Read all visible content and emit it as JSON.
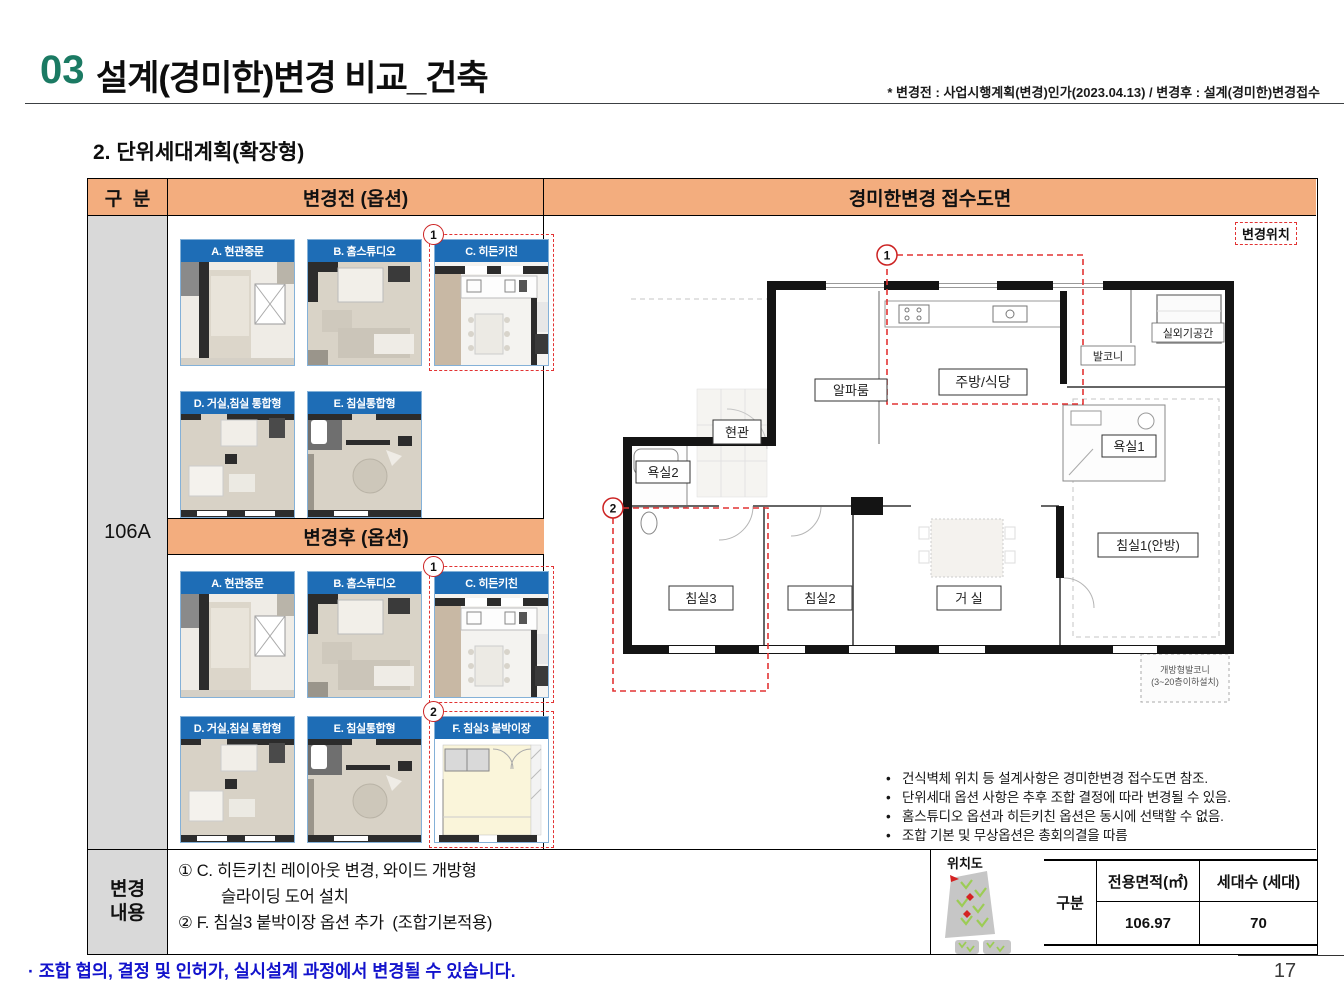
{
  "header": {
    "number": "03",
    "title": "설계(경미한)변경 비교_건축",
    "note": "* 변경전 : 사업시행계획(변경)인가(2023.04.13) / 변경후 : 설계(경미한)변경접수",
    "subtitle": "2. 단위세대계획(확장형)"
  },
  "colors": {
    "accent_green": "#1b7a63",
    "header_orange": "#f3ad7e",
    "gray_cell": "#d9d9d9",
    "option_blue": "#1e6db6",
    "highlight_red": "#e23333",
    "footer_blue": "#1212cc"
  },
  "grid": {
    "col_group": "구  분",
    "col_before": "변경전 (옵션)",
    "col_plan": "경미한변경 접수도면",
    "unit_type": "106A",
    "after_header": "변경후 (옵션)"
  },
  "options": {
    "before": [
      {
        "label": "A. 현관중문"
      },
      {
        "label": "B. 홈스튜디오"
      },
      {
        "label": "C. 히든키친",
        "marker": "1"
      },
      {
        "label": "D. 거실,침실 통합형"
      },
      {
        "label": "E. 침실통합형"
      }
    ],
    "after": [
      {
        "label": "A. 현관중문"
      },
      {
        "label": "B. 홈스튜디오"
      },
      {
        "label": "C. 히든키친",
        "marker": "1"
      },
      {
        "label": "D. 거실,침실 통합형"
      },
      {
        "label": "E. 침실통합형"
      },
      {
        "label": "F. 침실3 붙박이장",
        "marker": "2"
      }
    ]
  },
  "plan": {
    "badge": "변경위치",
    "markers": {
      "m1": "1",
      "m2": "2"
    },
    "rooms": {
      "alpha": "알파룸",
      "kitchen": "주방/식당",
      "entrance": "현관",
      "bath2": "욕실2",
      "bath1": "욕실1",
      "bed3": "침실3",
      "bed2": "침실2",
      "living": "거 실",
      "bed1": "침실1(안방)",
      "balcony": "발코니",
      "ac_unit": "실외기공간",
      "open_balcony_1": "개방형발코니",
      "open_balcony_2": "(3~20층이하설치)"
    }
  },
  "notes": [
    "건식벽체 위치 등 설계사항은 경미한변경 접수도면 참조.",
    "단위세대 옵션 사항은 추후 조합 결정에 따라 변경될 수 있음.",
    "홈스튜디오 옵션과 히든키친 옵션은 동시에 선택할 수 없음.",
    "조합 기본 및 무상옵션은 총회의결을 따름"
  ],
  "change": {
    "label1": "변경",
    "label2": "내용",
    "i1num": "①",
    "i1text": "C. 히든키친 레이아웃 변경, 와이드 개방형",
    "i1cont": "슬라이딩 도어 설치",
    "i2num": "②",
    "i2text": "F. 침실3 붙박이장 옵션 추가  (조합기본적용)"
  },
  "location": {
    "label": "위치도"
  },
  "summary": {
    "col_group": "구분",
    "col_area": "전용면적(㎡)",
    "col_units": "세대수 (세대)",
    "area": "106.97",
    "units": "70"
  },
  "footer": {
    "text": "· 조합 협의, 결정 및 인허가, 실시설계 과정에서 변경될 수 있습니다.",
    "page": "17"
  }
}
